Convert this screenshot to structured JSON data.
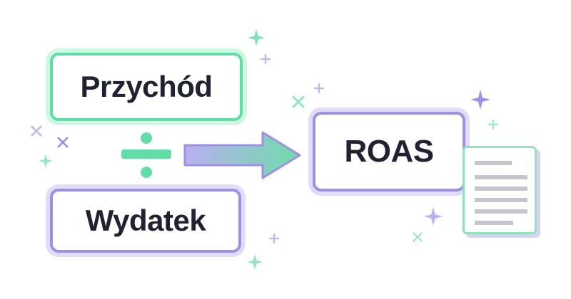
{
  "diagram": {
    "numerator_label": "Przychód",
    "denominator_label": "Wydatek",
    "result_label": "ROAS"
  },
  "colors": {
    "green_accent": "#5fdda6",
    "purple_accent": "#9f8fe6",
    "text_dark": "#1f2230",
    "doc_lines": "#c3c6cc"
  },
  "icons": {
    "operator": "divide-icon",
    "connector": "arrow-right-icon",
    "result_attachment": "document-icon",
    "decorations": [
      "sparkle-icon",
      "plus-icon",
      "cross-icon"
    ]
  }
}
